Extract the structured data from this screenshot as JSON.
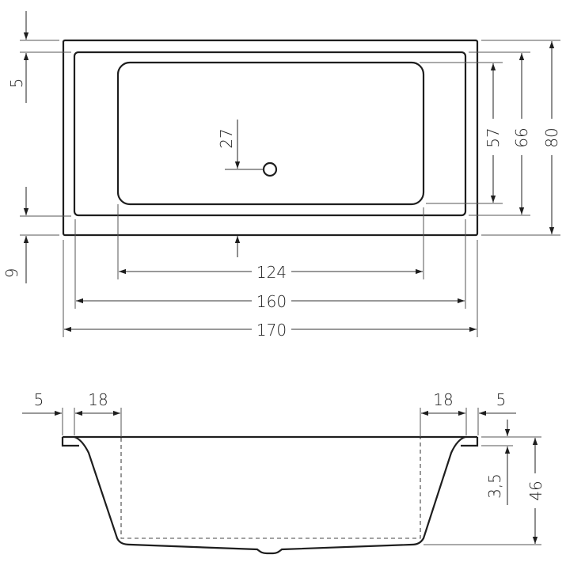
{
  "drawing": {
    "title": "Bathtub dimension drawing",
    "units": "cm",
    "colors": {
      "line": "#1e1e1e",
      "dimension": "#333333",
      "background": "#ffffff"
    }
  },
  "top_view": {
    "dimensions": {
      "rim_top": "5",
      "rim_bottom": "9",
      "drain_offset": "27",
      "basin_width": "57",
      "inner_width": "66",
      "outer_width": "80",
      "basin_length": "124",
      "inner_length": "160",
      "outer_length": "170"
    }
  },
  "side_view": {
    "dimensions": {
      "left_rim": "5",
      "left_slope": "18",
      "right_slope": "18",
      "right_rim": "5",
      "rim_thickness": "3,5",
      "depth": "46"
    }
  }
}
